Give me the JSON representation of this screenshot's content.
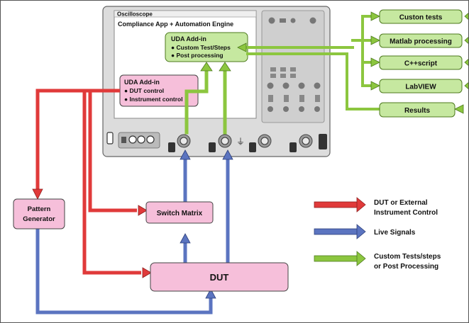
{
  "scope": {
    "title": "Oscilloscope",
    "engine_label": "Compliance App + Automation Engine"
  },
  "uda_top": {
    "title": "UDA Add-in",
    "line1": "● Custom Test/Steps",
    "line2": "● Post processing"
  },
  "uda_left": {
    "title": "UDA Add-in",
    "line1": "● DUT control",
    "line2": "● Instrument control"
  },
  "outputs": [
    {
      "label": "Custon tests"
    },
    {
      "label": "Matlab processing"
    },
    {
      "label": "C++script"
    },
    {
      "label": "LabVIEW"
    },
    {
      "label": "Results"
    }
  ],
  "blocks": {
    "pattern_generator": {
      "line1": "Pattern",
      "line2": "Generator"
    },
    "switch_matrix": "Switch Matrix",
    "dut": "DUT"
  },
  "legend": [
    {
      "line1": "DUT or External",
      "line2": "Instrument Control",
      "color": "#e03a3a"
    },
    {
      "line1": "Live Signals",
      "line2": "",
      "color": "#5b74c0"
    },
    {
      "line1": "Custom Tests/steps",
      "line2": "or Post Processing",
      "color": "#8cc63f"
    }
  ],
  "colors": {
    "control": "#e03a3a",
    "signal": "#5b74c0",
    "custom": "#8cc63f",
    "pink_block": "#f6bfda",
    "green_block": "#c6e8a0"
  }
}
